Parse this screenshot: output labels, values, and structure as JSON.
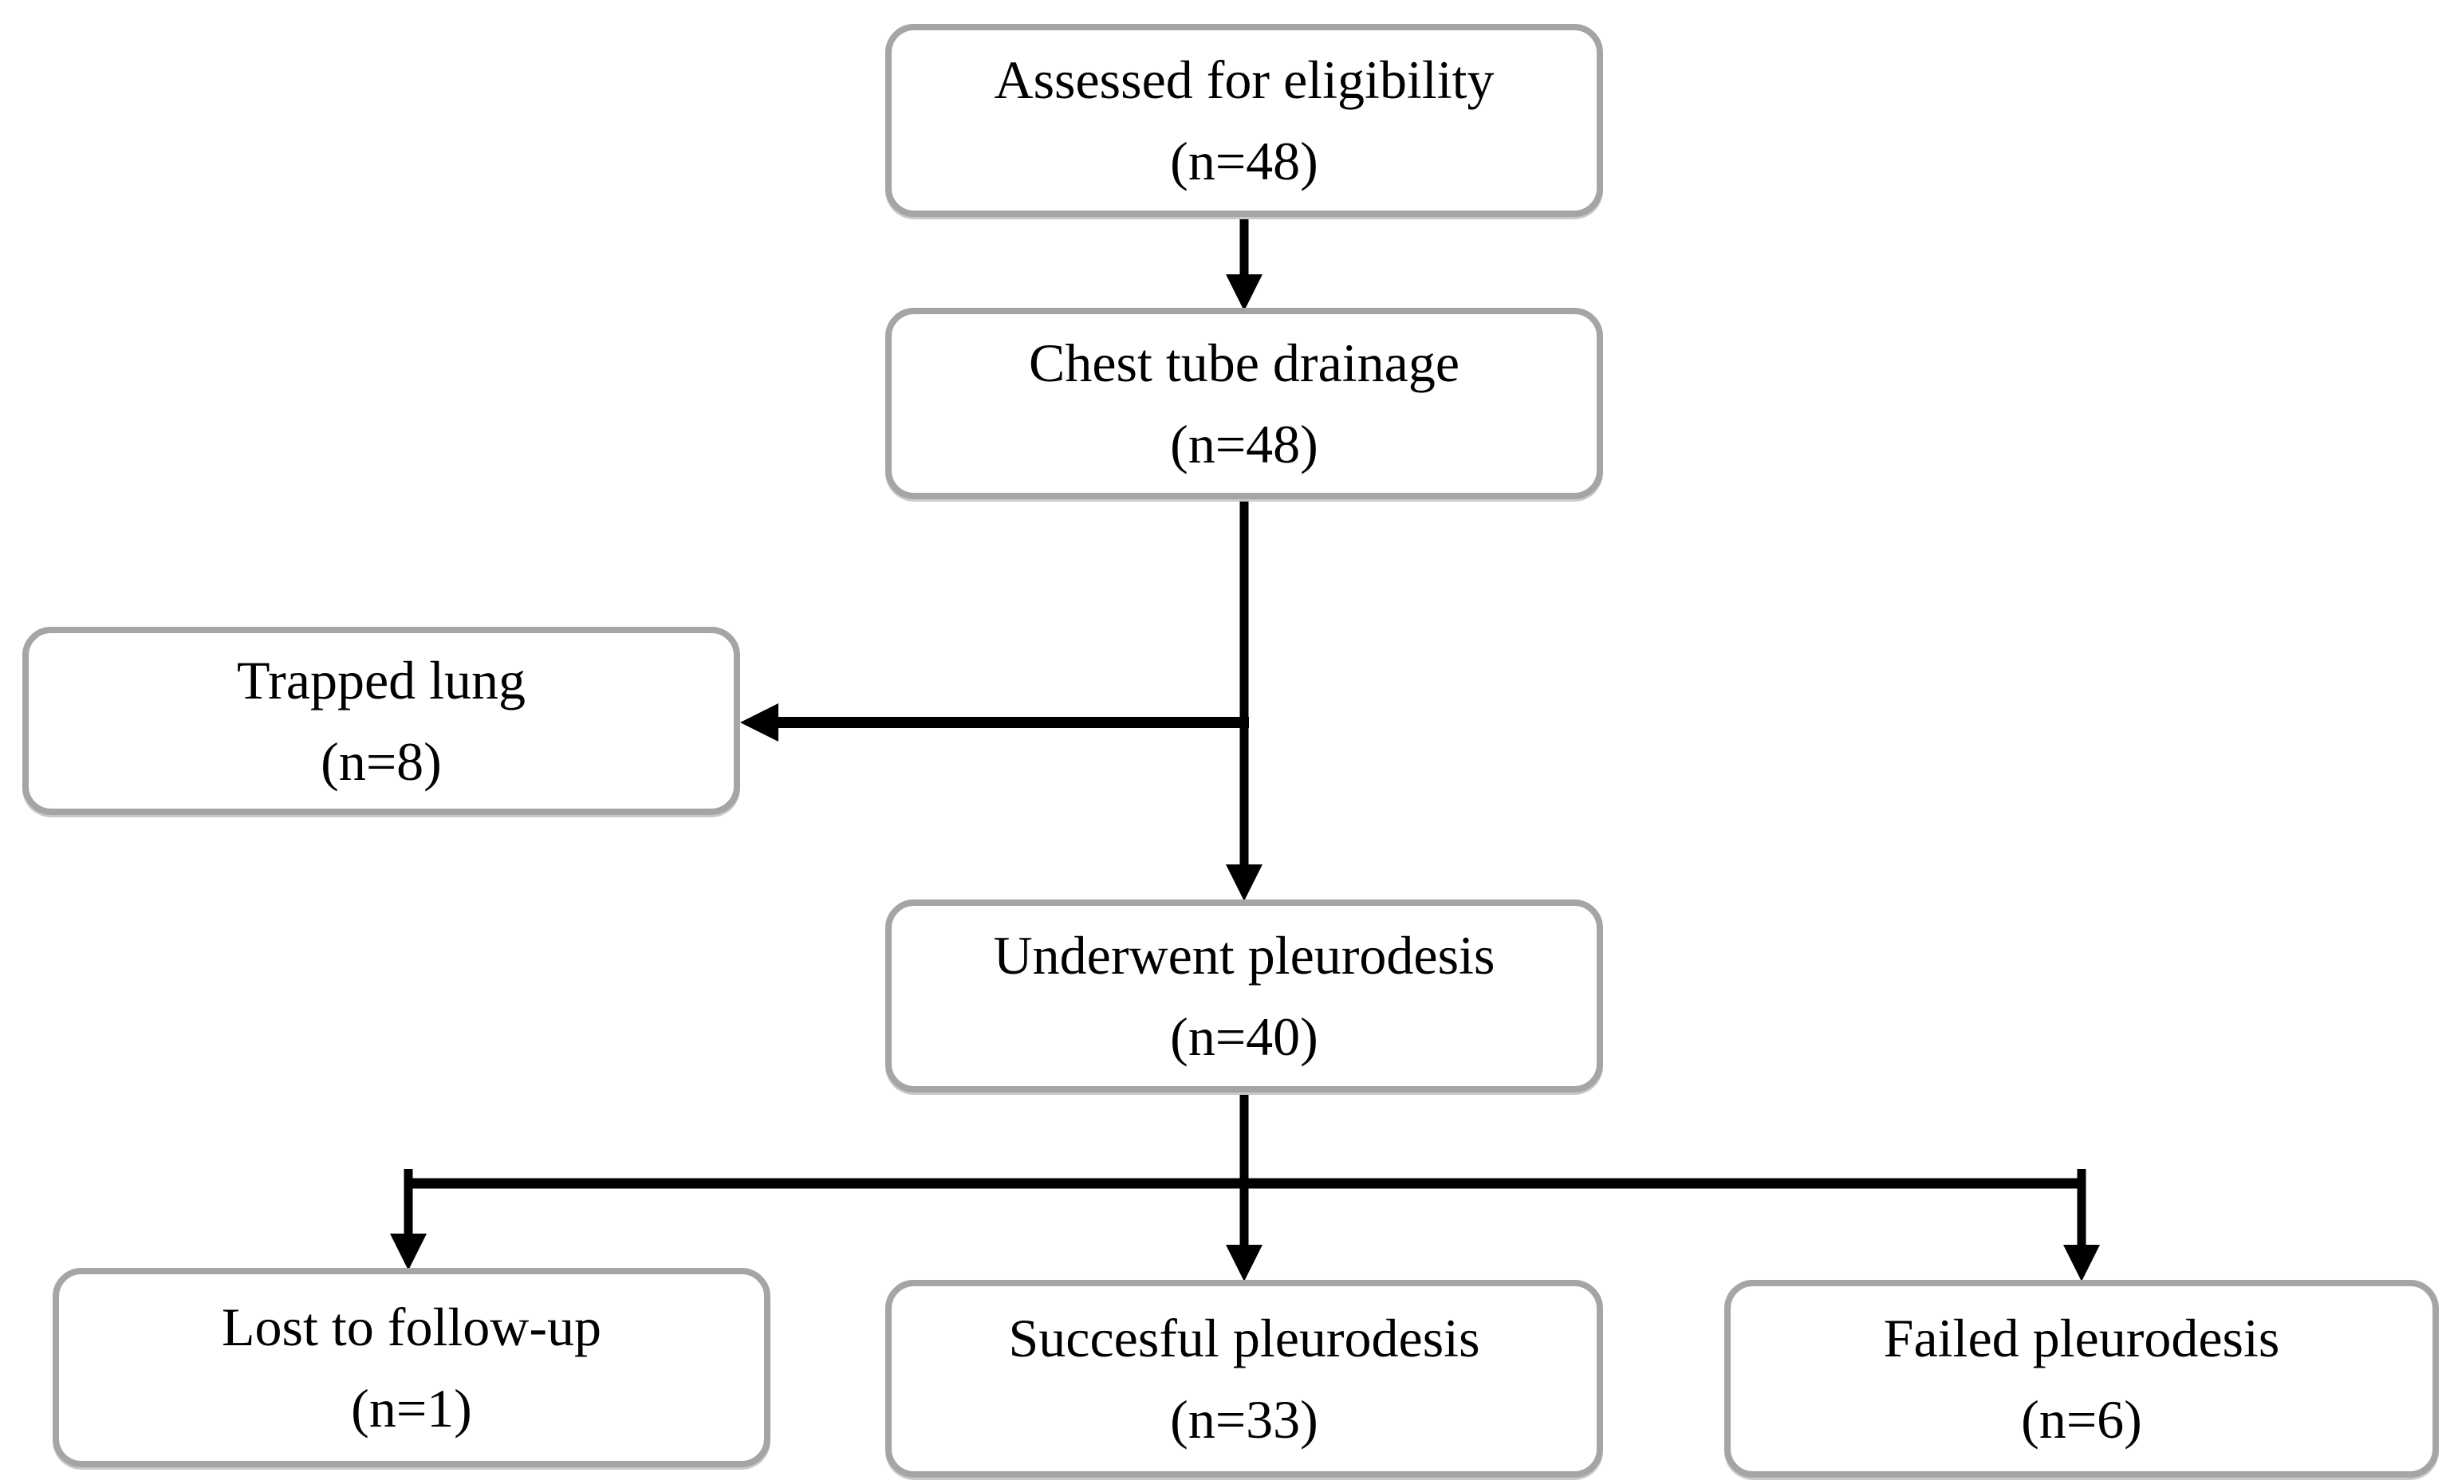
{
  "figure": {
    "type": "flowchart",
    "background_color": "#ffffff",
    "box_border_color": "#a5a5a5",
    "box_fill_color": "#ffffff",
    "connector_color": "#000000",
    "text_color": "#000000",
    "nodes": {
      "assessed": {
        "label": "Assessed for eligibility",
        "count": "(n=48)"
      },
      "chest_tube": {
        "label": "Chest tube drainage",
        "count": "(n=48)"
      },
      "trapped": {
        "label": "Trapped lung",
        "count": "(n=8)"
      },
      "underwent": {
        "label": "Underwent pleurodesis",
        "count": "(n=40)"
      },
      "lost": {
        "label": "Lost to follow-up",
        "count": "(n=1)"
      },
      "successful": {
        "label": "Succesful pleurodesis",
        "count": "(n=33)"
      },
      "failed": {
        "label": "Failed pleurodesis",
        "count": "(n=6)"
      }
    },
    "edges": [
      {
        "from": "assessed",
        "to": "chest_tube"
      },
      {
        "from": "chest_tube",
        "to": "trapped"
      },
      {
        "from": "chest_tube",
        "to": "underwent"
      },
      {
        "from": "underwent",
        "to": "lost"
      },
      {
        "from": "underwent",
        "to": "successful"
      },
      {
        "from": "underwent",
        "to": "failed"
      }
    ]
  }
}
